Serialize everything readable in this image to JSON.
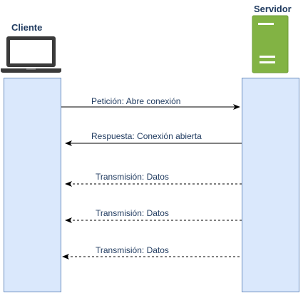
{
  "actors": {
    "client": {
      "label": "Cliente",
      "icon": "laptop-icon"
    },
    "server": {
      "label": "Servidor",
      "icon": "server-icon",
      "color": "#82b344"
    }
  },
  "messages": [
    {
      "label": "Petición: Abre conexión",
      "direction": "client-to-server",
      "style": "solid"
    },
    {
      "label": "Respuesta: Conexión abierta",
      "direction": "server-to-client",
      "style": "solid"
    },
    {
      "label": "Transmisión: Datos",
      "direction": "server-to-client",
      "style": "dashed"
    },
    {
      "label": "Transmisión: Datos",
      "direction": "server-to-client",
      "style": "dashed"
    },
    {
      "label": "Transmisión: Datos",
      "direction": "server-to-client",
      "style": "dashed"
    }
  ],
  "colors": {
    "lifeline_fill": "#dae8fc",
    "lifeline_stroke": "#6c8ebf",
    "text": "#1f3a5f",
    "arrow": "#000000"
  }
}
